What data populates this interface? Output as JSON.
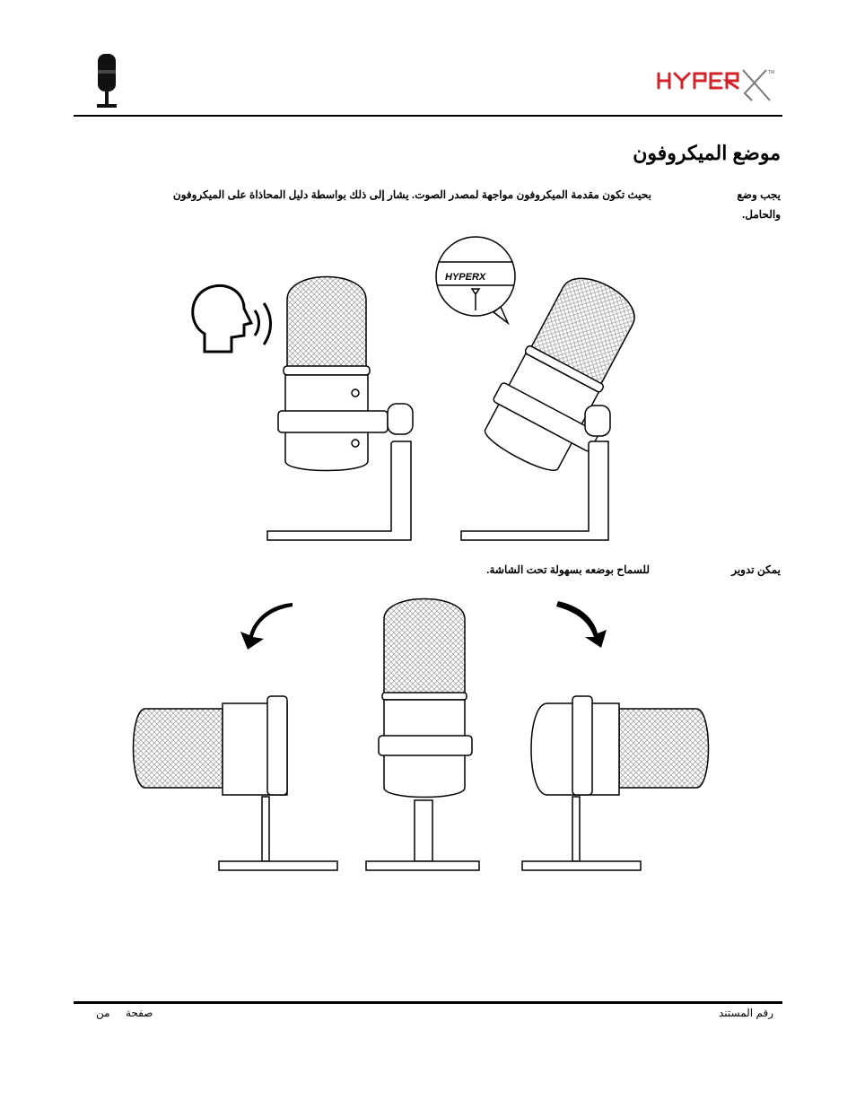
{
  "header": {
    "brand_logo_icon": "hyperx-logo",
    "product_icon": "microphone-icon"
  },
  "section": {
    "title": "موضع الميكروفون",
    "p1_a1": "يجب وضع",
    "p1_a2": "والحامل.",
    "p1_b": "بحيث تكون مقدمة الميكروفون مواجهة لمصدر الصوت. يشار إلى ذلك بواسطة دليل المحاذاة على الميكروفون",
    "p2_a": "يمكن تدوير",
    "p2_b": "للسماح بوضعه بسهولة تحت الشاشة."
  },
  "figure1": {
    "figure_logo": "HYPERX"
  },
  "footer": {
    "doc_label": "رقم المستند",
    "page_label": "صفحة",
    "of_label": "من"
  },
  "colors": {
    "ink": "#000000",
    "brand_red": "#d2232a"
  }
}
